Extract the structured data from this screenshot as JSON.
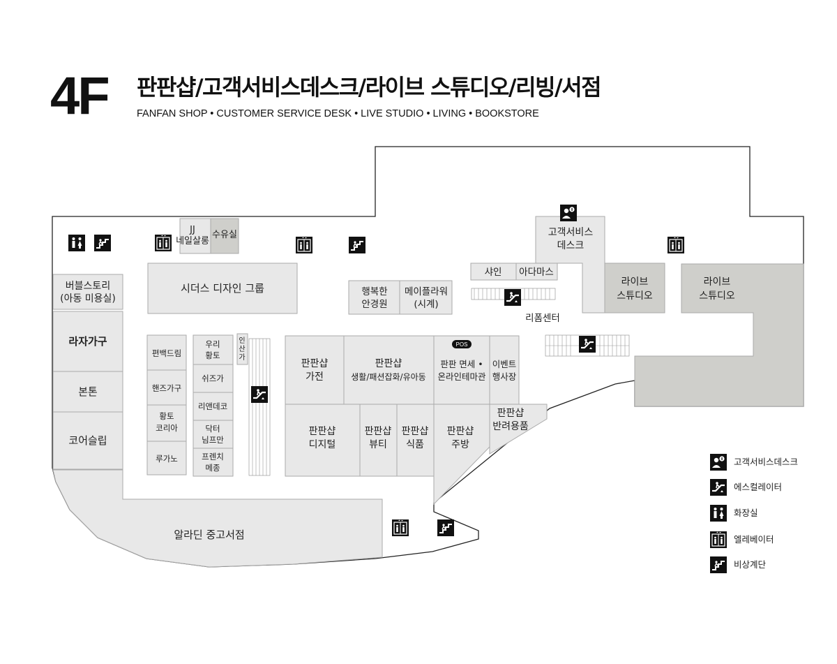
{
  "header": {
    "floor": "4F",
    "title_ko": "판판샵/고객서비스데스크/라이브 스튜디오/리빙/서점",
    "title_en": "FANFAN SHOP • CUSTOMER SERVICE DESK • LIVE STUDIO • LIVING • BOOKSTORE"
  },
  "colors": {
    "store_fill": "#e8e8e8",
    "studio_fill": "#cfcfcb",
    "icon_fill": "#111111",
    "outline": "#222222"
  },
  "stores": {
    "bubble_story": [
      "버블스토리",
      "(아동 미용실)"
    ],
    "raja": "라자가구",
    "bonton": "본톤",
    "core_sleep": "코어슬립",
    "aladin": "알라딘 중고서점",
    "sidus": "시더스 디자인 그룹",
    "jj_nail": [
      "JJ",
      "네일살롱"
    ],
    "nursing": "수유실",
    "happy_optical": [
      "행복한",
      "안경원"
    ],
    "mayflower": [
      "메이플라워",
      "(시계)"
    ],
    "shine": "샤인",
    "adamas": "아다마스",
    "customer_desk": [
      "고객서비스",
      "데스크"
    ],
    "live_studio_1": [
      "라이브",
      "스튜디오"
    ],
    "live_studio_2": [
      "라이브",
      "스튜디오"
    ],
    "refoam": "리폼센터",
    "fanback": "편백드림",
    "hans": "핸즈가구",
    "hwangto_korea": [
      "황토",
      "코리아"
    ],
    "rugano": "루가노",
    "uri_hwangto": [
      "우리",
      "황토"
    ],
    "shoezga": "쉬즈가",
    "rien_deco": "리앤데코",
    "doctor_nimpman": [
      "닥터",
      "님프만"
    ],
    "french_maison": [
      "프렌치",
      "메종"
    ],
    "insanga": [
      "인",
      "산",
      "가"
    ],
    "fanfan_appliance": [
      "판판샵",
      "가전"
    ],
    "fanfan_life": [
      "판판샵",
      "생활/패션잡화/유아동"
    ],
    "fanfan_dutyfree": [
      "판판 면세 •",
      "온라인테마관"
    ],
    "pos": "POS",
    "event_hall": [
      "이벤트",
      "행사장"
    ],
    "fanfan_digital": [
      "판판샵",
      "디지털"
    ],
    "fanfan_beauty": [
      "판판샵",
      "뷰티"
    ],
    "fanfan_food": [
      "판판샵",
      "식품"
    ],
    "fanfan_kitchen": [
      "판판샵",
      "주방"
    ],
    "fanfan_pet": [
      "판판샵",
      "반려용품"
    ]
  },
  "legend": [
    {
      "icon": "customer-service-icon",
      "label": "고객서비스데스크"
    },
    {
      "icon": "escalator-icon",
      "label": "에스컬레이터"
    },
    {
      "icon": "restroom-icon",
      "label": "화장실"
    },
    {
      "icon": "elevator-icon",
      "label": "엘레베이터"
    },
    {
      "icon": "emergency-stairs-icon",
      "label": "비상계단"
    }
  ]
}
